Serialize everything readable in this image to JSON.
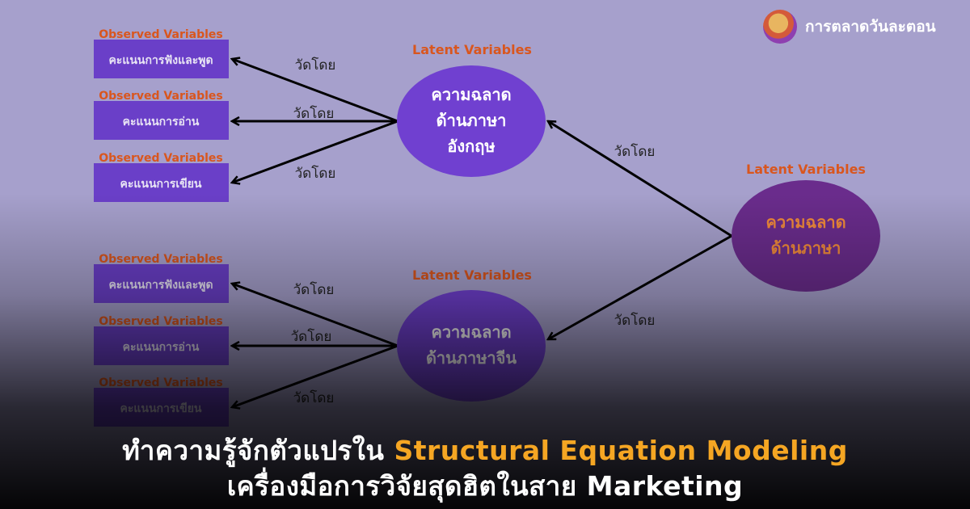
{
  "brand": {
    "name": "การตลาดวันละตอน"
  },
  "diagram": {
    "observed_label": "Observed Variables",
    "latent_label": "Latent Variables",
    "measured_by": "วัดโดย",
    "observed": [
      "คะแนนการฟังและพูด",
      "คะแนนการอ่าน",
      "คะแนนการเขียน",
      "คะแนนการฟังและพูด",
      "คะแนนการอ่าน",
      "คะแนนการเขียน"
    ],
    "latent_english": [
      "ความฉลาด",
      "ด้านภาษา",
      "อังกฤษ"
    ],
    "latent_chinese": [
      "ความฉลาด",
      "ด้านภาษาจีน"
    ],
    "latent_language": [
      "ความฉลาด",
      "ด้านภาษา"
    ]
  },
  "colors": {
    "observed_box": "#6a3fc8",
    "latent_ellipse": "#7040d0",
    "latent_outer": "#6a2c8c",
    "label_orange": "#d9561e",
    "title_highlight": "#f5a623"
  },
  "headline": {
    "line1_prefix": "ทำความรู้จักตัวแปรใน",
    "line1_highlight": "Structural Equation Modeling",
    "line2": "เครื่องมือการวิจัยสุดฮิตในสาย Marketing"
  }
}
